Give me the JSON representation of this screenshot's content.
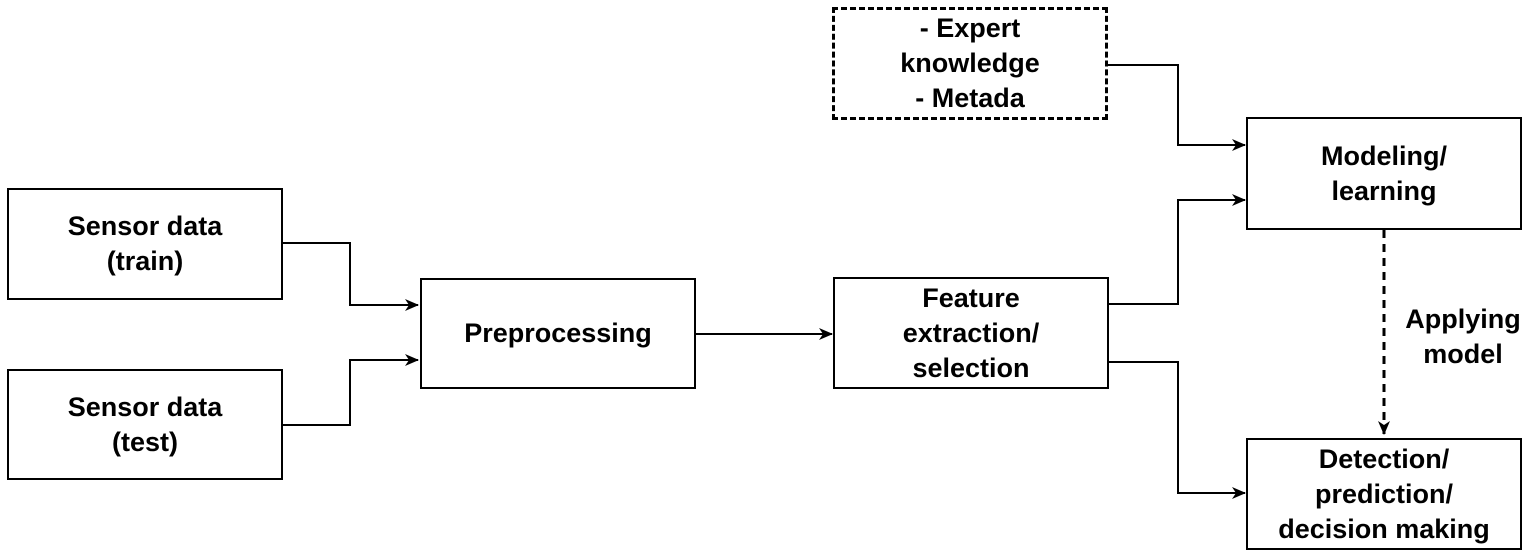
{
  "nodes": {
    "sensor_train": [
      "Sensor data",
      "(train)"
    ],
    "sensor_test": [
      "Sensor data",
      "(test)"
    ],
    "preprocessing": [
      "Preprocessing"
    ],
    "feature": [
      "Feature",
      "extraction/",
      "selection"
    ],
    "expert": [
      "- Expert",
      "knowledge",
      "- Metada"
    ],
    "modeling": [
      "Modeling/",
      "learning"
    ],
    "detection": [
      "Detection/",
      "prediction/",
      "decision making"
    ]
  },
  "edge_labels": {
    "applying_model": [
      "Applying",
      "model"
    ]
  },
  "colors": {
    "stroke": "#000000",
    "background": "#ffffff"
  }
}
